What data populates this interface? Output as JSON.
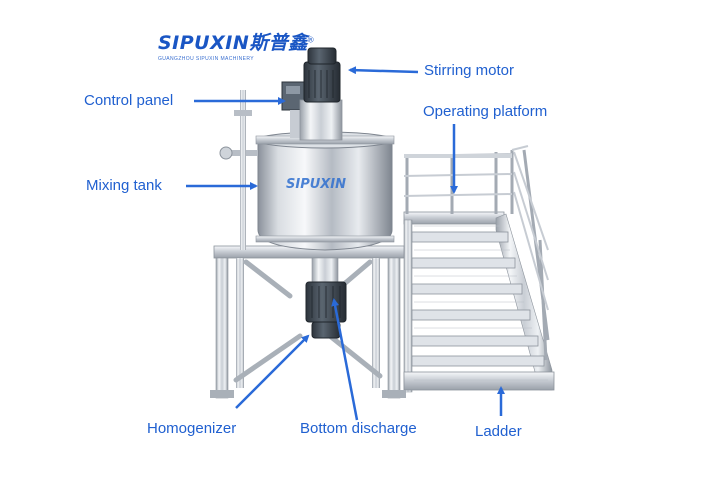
{
  "brand": {
    "logo_text": "SIPUXIN斯普鑫",
    "logo_mark": "®",
    "logo_tagline": "GUANGZHOU SIPUXIN MACHINERY",
    "tank_logo_text": "SIPUXIN"
  },
  "labels": {
    "stirring_motor": "Stirring motor",
    "control_panel": "Control panel",
    "operating_platform": "Operating platform",
    "mixing_tank": "Mixing tank",
    "homogenizer": "Homogenizer",
    "bottom_discharge": "Bottom discharge",
    "ladder": "Ladder"
  },
  "colors": {
    "label_text": "#2060d0",
    "arrow": "#2a6ad8",
    "steel_light": "#eef1f4",
    "steel_mid": "#c7ccd3",
    "steel_dark": "#8c939c",
    "motor": "#3d4752"
  }
}
